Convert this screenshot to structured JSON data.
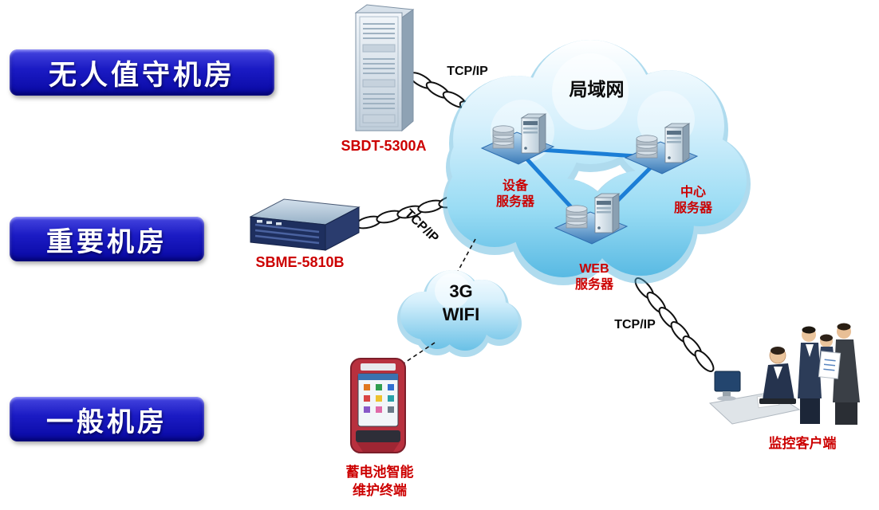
{
  "rooms": [
    {
      "label": "无人值守机房"
    },
    {
      "label": "重要机房"
    },
    {
      "label": "一般机房"
    }
  ],
  "devices": {
    "rack_label": "SBDT-5300A",
    "rackmount_label": "SBME-5810B",
    "terminal_lines": [
      "蓄电池智能",
      "维护终端"
    ]
  },
  "network": {
    "lan_label": "局域网",
    "device_server_lines": [
      "设备",
      "服务器"
    ],
    "center_server_lines": [
      "中心",
      "服务器"
    ],
    "web_server_lines": [
      "WEB",
      "服务器"
    ],
    "wifi_lines": [
      "3G",
      "WIFI"
    ]
  },
  "links": {
    "tcpip_top": "TCP/IP",
    "tcpip_middle": "TCP/IP",
    "tcpip_bottom": "TCP/IP"
  },
  "client": {
    "label": "监控客户端"
  },
  "icon_names": [
    "server-rack-icon",
    "rackmount-device-icon",
    "handheld-terminal-icon",
    "lan-cloud",
    "wifi-cloud",
    "device-server-cluster-icon",
    "center-server-cluster-icon",
    "web-server-cluster-icon",
    "chain-link-icon",
    "client-photo"
  ],
  "colors": {
    "label_red": "#cc0000",
    "room_box_blue": "#1515b8",
    "cloud_blue": "#7fcdf0",
    "link_blue": "#1b7ed6"
  }
}
